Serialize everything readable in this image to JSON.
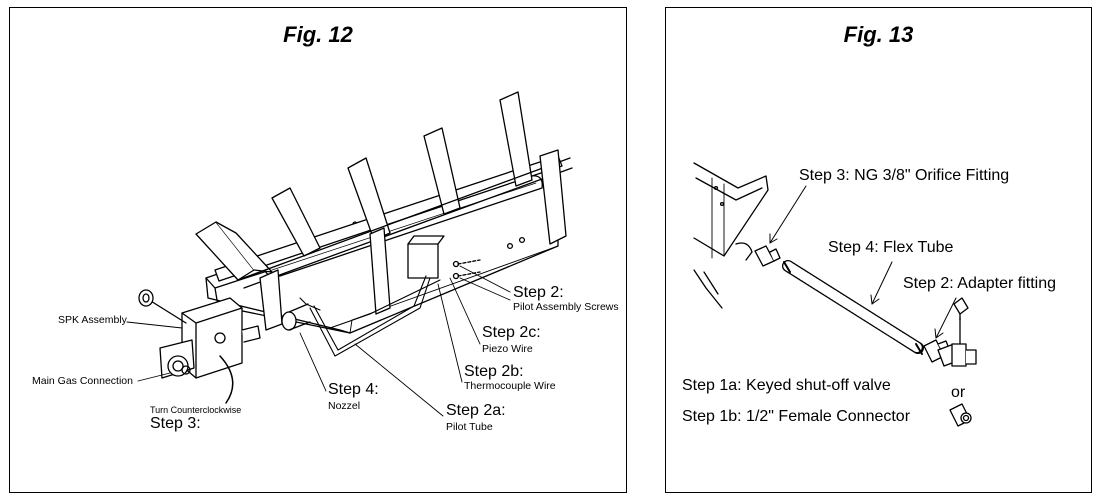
{
  "fig12": {
    "title": "Fig. 12",
    "labels": {
      "spk_assembly": "SPK Assembly",
      "main_gas": "Main Gas Connection",
      "turn_ccw": "Turn Counterclockwise",
      "step3": "Step 3:",
      "step4": "Step 4:",
      "nozzel": "Nozzel",
      "step2a": "Step 2a:",
      "pilot_tube": "Pilot Tube",
      "step2b": "Step 2b:",
      "thermocouple": "Thermocouple Wire",
      "step2c": "Step 2c:",
      "piezo": "Piezo Wire",
      "step2": "Step 2:",
      "pilot_screws": "Pilot Assembly Screws"
    }
  },
  "fig13": {
    "title": "Fig. 13",
    "labels": {
      "step3": "Step 3: NG 3/8\" Orifice Fitting",
      "step4": "Step 4: Flex Tube",
      "step2": "Step 2: Adapter fitting",
      "step1a": "Step 1a: Keyed shut-off valve",
      "step1b": "Step 1b: 1/2\" Female Connector",
      "or": "or"
    }
  }
}
